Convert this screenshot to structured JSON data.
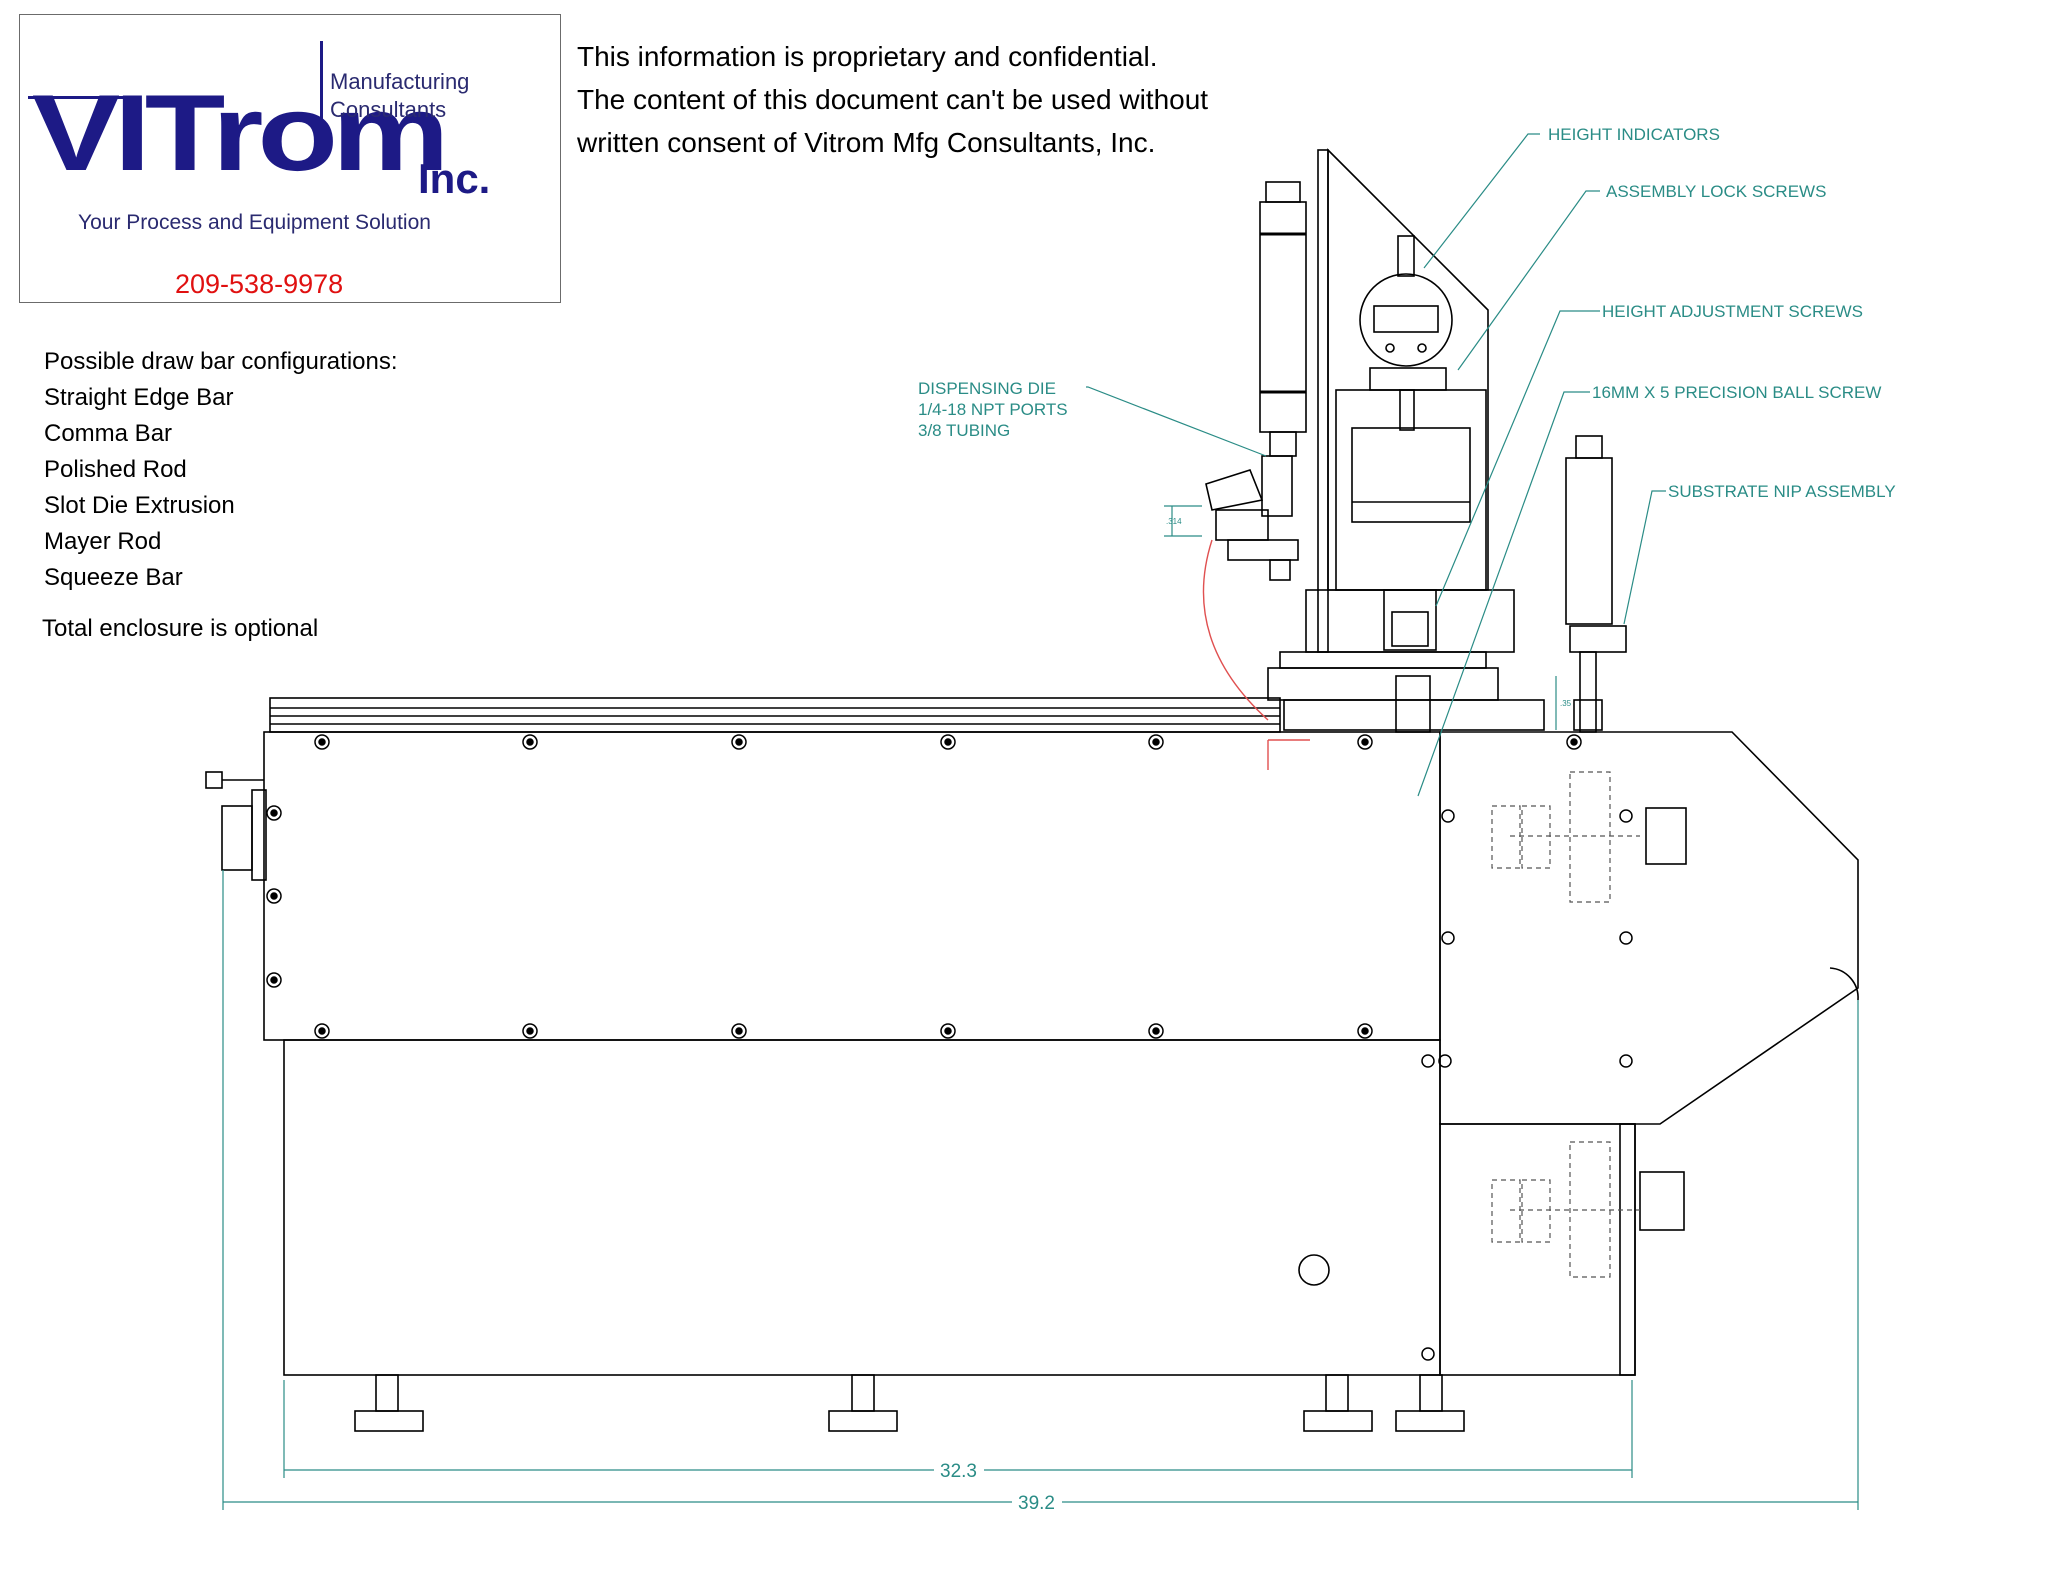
{
  "logo": {
    "brand": "VITrom",
    "subtitle_line1": "Manufacturing",
    "subtitle_line2": "Consultants",
    "suffix": "Inc.",
    "tagline": "Your Process and Equipment Solution",
    "phone": "209-538-9978"
  },
  "notice": {
    "line1": "This information is proprietary and confidential.",
    "line2": "The content of this document can't be used without",
    "line3": "written consent of Vitrom Mfg Consultants, Inc."
  },
  "configurations": {
    "heading": "Possible draw bar configurations:",
    "items": [
      "Straight Edge Bar",
      "Comma Bar",
      "Polished Rod",
      "Slot Die Extrusion",
      "Mayer Rod",
      "Squeeze Bar"
    ],
    "note": "Total enclosure is optional"
  },
  "callouts": {
    "height_indicators": "HEIGHT INDICATORS",
    "assembly_lock_screws": "ASSEMBLY LOCK SCREWS",
    "height_adjustment_screws": "HEIGHT ADJUSTMENT SCREWS",
    "ball_screw": "16MM X 5 PRECISION BALL SCREW",
    "substrate_nip": "SUBSTRATE NIP ASSEMBLY",
    "dispensing_die_1": "DISPENSING DIE",
    "dispensing_die_2": "1/4-18 NPT PORTS",
    "dispensing_die_3": "3/8 TUBING"
  },
  "dimensions": {
    "inner_width": "32.3",
    "overall_width": "39.2",
    "small_gap": ".314",
    "small_height": ".35"
  },
  "colors": {
    "logo_blue": "#1d1a86",
    "phone_red": "#e01010",
    "annotation_teal": "#2a8c86",
    "arc_red": "#e05050"
  }
}
